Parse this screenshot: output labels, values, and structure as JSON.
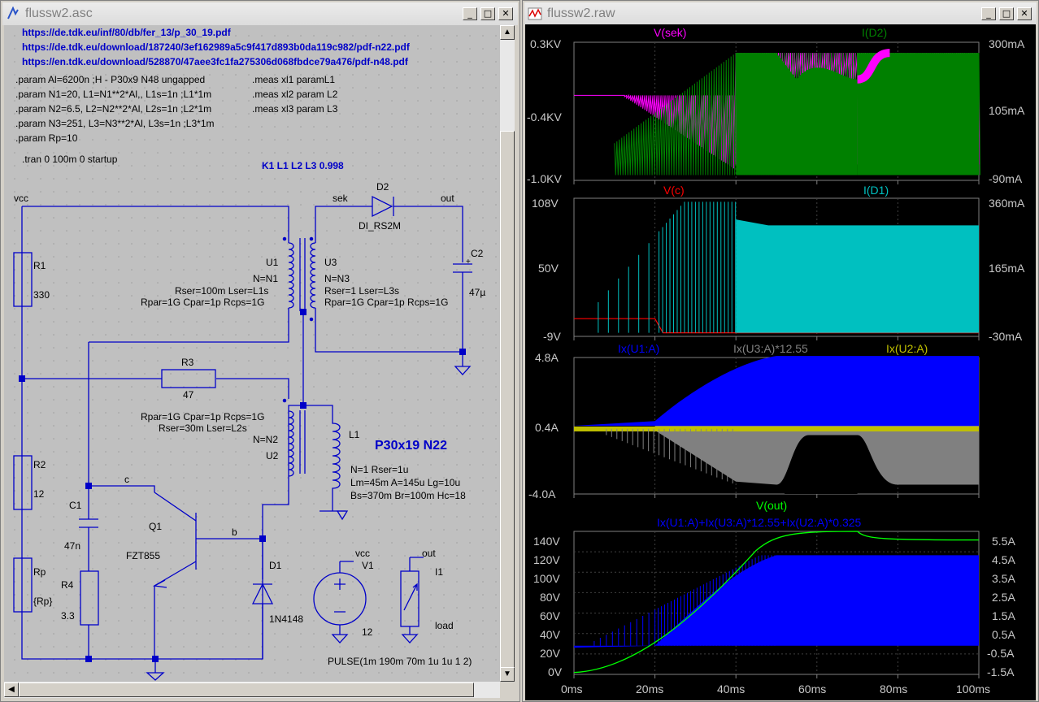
{
  "schematic_window": {
    "title": "flussw2.asc",
    "urls": [
      "https://de.tdk.eu/inf/80/db/fer_13/p_30_19.pdf",
      "https://de.tdk.eu/download/187240/3ef162989a5c9f417d893b0da119c982/pdf-n22.pdf",
      "https://en.tdk.eu/download/528870/47aee3fc1fa275306d068fbdce79a476/pdf-n48.pdf"
    ],
    "directives": [
      ".param Al=6200n ;H - P30x9 N48 ungapped",
      ".param N1=20, L1=N1**2*Al,, L1s=1n ;L1*1m",
      ".param N2=6.5, L2=N2**2*Al, L2s=1n ;L2*1m",
      ".param N3=251, L3=N3**2*Al, L3s=1n ;L3*1m",
      ".param Rp=10"
    ],
    "meas": [
      ".meas xl1 paramL1",
      ".meas xl2 param L2",
      ".meas xl3 param L3"
    ],
    "tran": ".tran 0 100m 0 startup",
    "coupling": "K1 L1 L2 L3 0.998",
    "core_label": "P30x19 N22",
    "nets": {
      "vcc": "vcc",
      "sek": "sek",
      "out": "out",
      "c": "c",
      "b": "b",
      "vcc_src": "vcc",
      "out_src": "out"
    },
    "parts": {
      "R1": {
        "name": "R1",
        "value": "330"
      },
      "R2": {
        "name": "R2",
        "value": "12"
      },
      "Rp": {
        "name": "Rp",
        "value": "{Rp}"
      },
      "R3": {
        "name": "R3",
        "value": "47"
      },
      "R4": {
        "name": "R4",
        "value": "3.3"
      },
      "C1": {
        "name": "C1",
        "value": "47n"
      },
      "C2": {
        "name": "C2",
        "value": "47µ"
      },
      "D1": {
        "name": "D1",
        "value": "1N4148"
      },
      "D2": {
        "name": "D2",
        "value": "DI_RS2M"
      },
      "Q1": {
        "name": "Q1",
        "value": "FZT855"
      },
      "V1": {
        "name": "V1",
        "value": "12"
      },
      "I1": {
        "name": "I1",
        "value": "load"
      },
      "L1": {
        "name": "L1",
        "lines": [
          "N=1 Rser=1u",
          "Lm=45m A=145u Lg=10u",
          "Bs=370m Br=100m Hc=18"
        ]
      },
      "U1": {
        "name": "U1",
        "lines": [
          "N=N1",
          "Rser=100m Lser=L1s",
          "Rpar=1G Cpar=1p Rcps=1G"
        ]
      },
      "U3": {
        "name": "U3",
        "lines": [
          "N=N3",
          "Rser=1 Lser=L3s",
          "Rpar=1G Cpar=1p Rcps=1G"
        ]
      },
      "U2": {
        "name": "U2",
        "lines": [
          "Rpar=1G Cpar=1p Rcps=1G",
          "Rser=30m Lser=L2s",
          "N=N2"
        ]
      }
    },
    "pulse": "PULSE(1m 190m 70m 1u 1u 1 2)"
  },
  "waveform_window": {
    "title": "flussw2.raw",
    "colors": {
      "magenta": "#ff00ff",
      "green": "#008000",
      "red": "#ff0000",
      "cyan": "#00c0c0",
      "blue": "#0000ff",
      "gray": "#808080",
      "yellow": "#c0c000",
      "lime": "#00ff00",
      "black": "#000000"
    },
    "x_ticks": [
      "0ms",
      "20ms",
      "40ms",
      "60ms",
      "80ms",
      "100ms"
    ]
  },
  "chart_data": [
    {
      "type": "line",
      "series": [
        {
          "name": "V(sek)",
          "axis": "left"
        },
        {
          "name": "I(D2)",
          "axis": "right"
        }
      ],
      "ylim": [
        -1.0,
        0.3
      ],
      "yunit": "KV",
      "left_ticks": [
        "0.3KV",
        "-0.4KV",
        "-1.0KV"
      ],
      "right_ticks": [
        "300mA",
        "105mA",
        "-90mA"
      ],
      "xlim": [
        0,
        100
      ]
    },
    {
      "type": "line",
      "series": [
        {
          "name": "V(c)",
          "axis": "left"
        },
        {
          "name": "I(D1)",
          "axis": "right"
        }
      ],
      "ylim": [
        -9,
        108
      ],
      "left_ticks": [
        "108V",
        "50V",
        "-9V"
      ],
      "right_ticks": [
        "360mA",
        "165mA",
        "-30mA"
      ],
      "xlim": [
        0,
        100
      ]
    },
    {
      "type": "line",
      "series": [
        {
          "name": "Ix(U1:A)"
        },
        {
          "name": "Ix(U3:A)*12.55"
        },
        {
          "name": "Ix(U2:A)"
        }
      ],
      "ylim": [
        -4.0,
        4.8
      ],
      "left_ticks": [
        "4.8A",
        "0.4A",
        "-4.0A"
      ],
      "xlim": [
        0,
        100
      ]
    },
    {
      "type": "line",
      "series": [
        {
          "name": "V(out)",
          "axis": "left"
        },
        {
          "name": "Ix(U1:A)+Ix(U3:A)*12.55+Ix(U2:A)*0.325",
          "axis": "right"
        }
      ],
      "ylim": [
        0,
        140
      ],
      "left_ticks": [
        "140V",
        "120V",
        "100V",
        "80V",
        "60V",
        "40V",
        "20V",
        "0V"
      ],
      "right_ticks": [
        "5.5A",
        "4.5A",
        "3.5A",
        "2.5A",
        "1.5A",
        "0.5A",
        "-0.5A",
        "-1.5A"
      ],
      "xlim": [
        0,
        100
      ]
    }
  ]
}
